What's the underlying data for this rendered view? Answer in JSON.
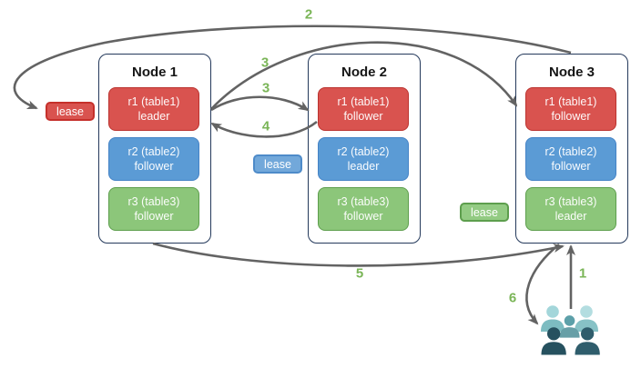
{
  "palette": {
    "arrow": "#636363",
    "step": "#7ab557",
    "node_border": "#24395b",
    "red_fill": "#d9534f",
    "red_border": "#bb332f",
    "blue_fill": "#5b9bd5",
    "blue_border": "#4583c6",
    "green_fill": "#8cc67a",
    "green_border": "#5d9e4d",
    "lease_red_border": "#c5302b",
    "lease_blue_fill": "#72a8da",
    "lease_blue_border": "#4e8bc9",
    "lease_green_fill": "#93cb83",
    "lease_green_border": "#5d9e4d"
  },
  "nodes": [
    {
      "title": "Node 1",
      "replicas": [
        {
          "name": "r1 (table1)",
          "role": "leader"
        },
        {
          "name": "r2 (table2)",
          "role": "follower"
        },
        {
          "name": "r3 (table3)",
          "role": "follower"
        }
      ]
    },
    {
      "title": "Node 2",
      "replicas": [
        {
          "name": "r1 (table1)",
          "role": "follower"
        },
        {
          "name": "r2 (table2)",
          "role": "leader"
        },
        {
          "name": "r3 (table3)",
          "role": "follower"
        }
      ]
    },
    {
      "title": "Node 3",
      "replicas": [
        {
          "name": "r1 (table1)",
          "role": "follower"
        },
        {
          "name": "r2 (table2)",
          "role": "follower"
        },
        {
          "name": "r3 (table3)",
          "role": "leader"
        }
      ]
    }
  ],
  "leases": [
    {
      "label": "lease",
      "color": "red"
    },
    {
      "label": "lease",
      "color": "blue"
    },
    {
      "label": "lease",
      "color": "green"
    }
  ],
  "steps": {
    "s1": "1",
    "s2": "2",
    "s3a": "3",
    "s3b": "3",
    "s4": "4",
    "s5": "5",
    "s6": "6"
  },
  "users_icon": {
    "icon": "users-group-icon",
    "people": [
      {
        "head": "#a3d6da",
        "body": "#7dbcc1"
      },
      {
        "head": "#b3dde0",
        "body": "#87c2c6"
      },
      {
        "head": "#5da0a9",
        "body": "#679fa7"
      },
      {
        "head": "#26515f",
        "body": "#26515f"
      },
      {
        "head": "#2f5d6c",
        "body": "#2f5d6c"
      }
    ]
  }
}
